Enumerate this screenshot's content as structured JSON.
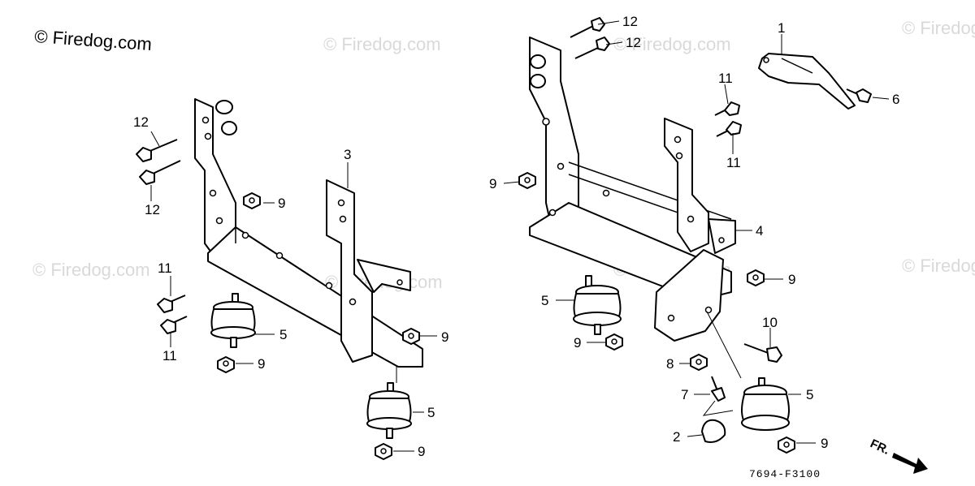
{
  "copyright": "© Firedog.com",
  "watermark": "© Firedog.com",
  "diagram_code": "7694-F3100",
  "direction_label": "FR.",
  "callouts": [
    "1",
    "2",
    "3",
    "4",
    "5",
    "6",
    "7",
    "8",
    "9",
    "10",
    "11",
    "12"
  ],
  "ink_color": "#000000",
  "watermark_color": "#d9d9d9"
}
